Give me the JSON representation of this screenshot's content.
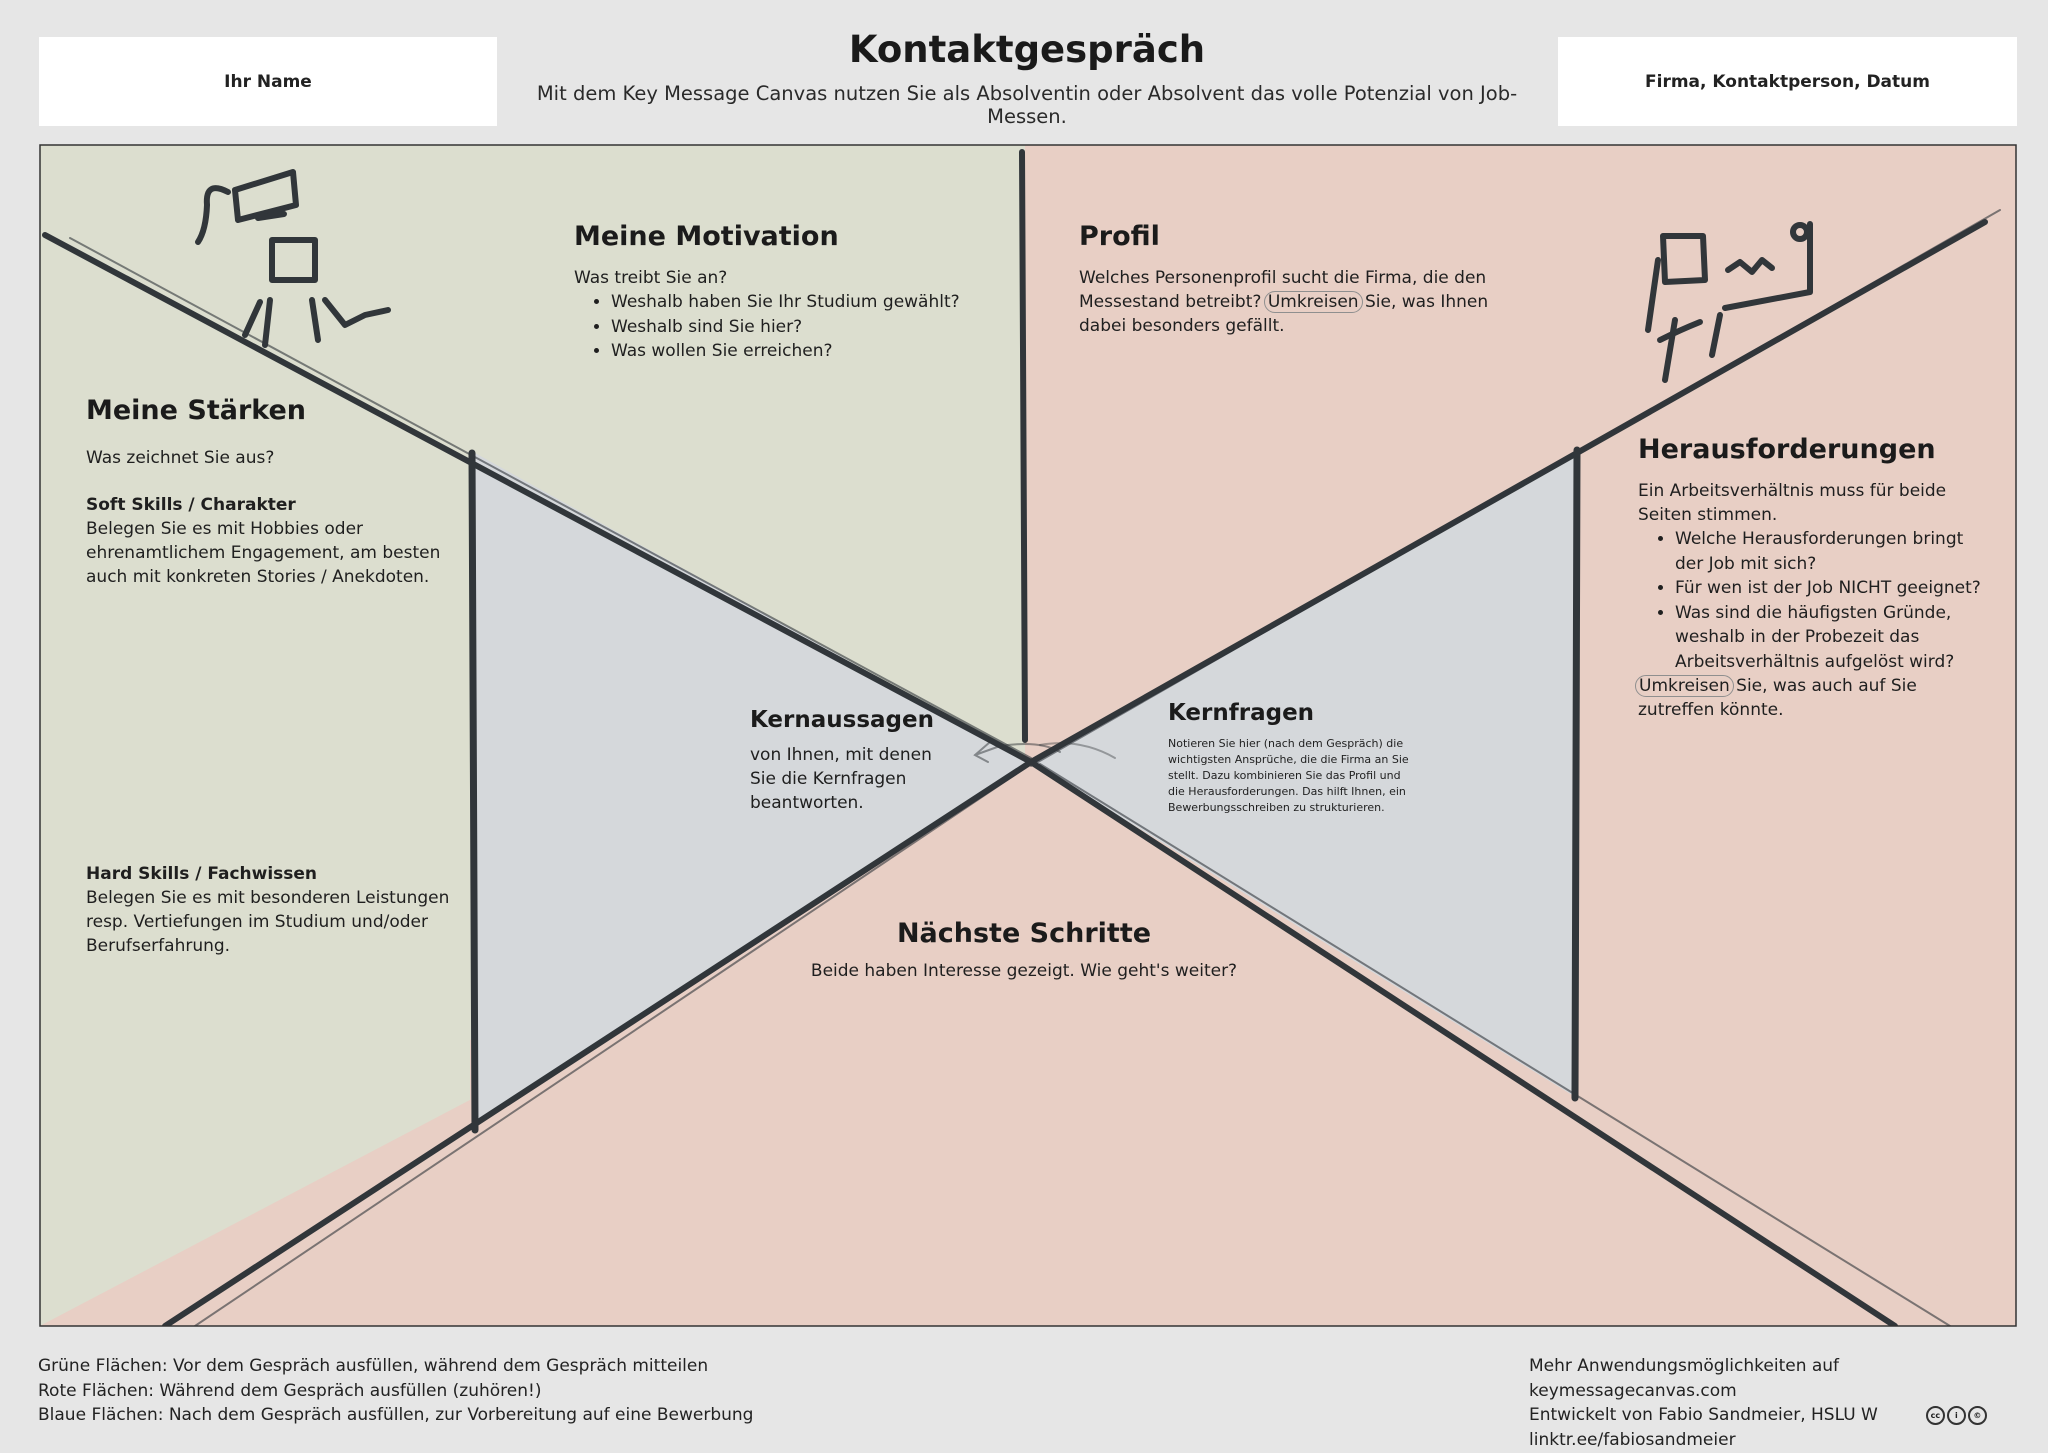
{
  "header": {
    "name_box": "Ihr Name",
    "title": "Kontaktgespräch",
    "subtitle": "Mit dem Key Message Canvas nutzen Sie als Absolventin oder Absolvent das volle Potenzial von Job-Messen.",
    "company_box": "Firma, Kontaktperson, Datum"
  },
  "colors": {
    "green": "#dcdecf",
    "red": "#e8cfc5",
    "blue": "#d5d8db",
    "ink": "#31363a",
    "background": "#e6e6e6"
  },
  "sections": {
    "staerken": {
      "title": "Meine Stärken",
      "question": "Was zeichnet Sie aus?",
      "soft_title": "Soft Skills / Charakter",
      "soft_text": "Belegen Sie es mit Hobbies oder ehrenamtlichem Engagement, am besten auch mit konkreten Stories / Anekdoten.",
      "hard_title": "Hard Skills / Fachwissen",
      "hard_text": "Belegen Sie es mit besonderen Leistungen resp. Vertiefungen im Studium und/oder Berufserfahrung."
    },
    "motivation": {
      "title": "Meine Motivation",
      "question": "Was treibt Sie an?",
      "items": [
        "Weshalb haben Sie Ihr Studium gewählt?",
        "Weshalb sind Sie hier?",
        "Was wollen Sie erreichen?"
      ]
    },
    "profil": {
      "title": "Profil",
      "text_before": "Welches Personenprofil sucht die Firma, die den Messestand betreibt?",
      "highlight": "Umkreisen",
      "text_after": "Sie, was Ihnen dabei besonders gefällt."
    },
    "herausforderungen": {
      "title": "Herausforderungen",
      "intro": "Ein Arbeitsverhältnis muss für beide Seiten stimmen.",
      "items": [
        "Welche Herausforderungen bringt der Job mit sich?",
        "Für wen ist der Job NICHT geeignet?",
        "Was sind die häufigsten Gründe, weshalb in der Probezeit das Arbeitsverhältnis aufgelöst wird?"
      ],
      "highlight": "Umkreisen",
      "outro": "Sie, was auch auf Sie zutreffen könnte."
    },
    "kernaussagen": {
      "title": "Kernaussagen",
      "text": "von Ihnen, mit denen Sie die Kernfragen beantworten."
    },
    "kernfragen": {
      "title": "Kernfragen",
      "text": "Notieren Sie hier (nach dem Gespräch) die wichtigsten Ansprüche, die die Firma an Sie stellt. Dazu kombinieren Sie das Profil und die Herausforderungen. Das hilft Ihnen, ein Bewerbungsschreiben zu strukturieren."
    },
    "naechste": {
      "title": "Nächste Schritte",
      "text": "Beide haben Interesse gezeigt. Wie geht's weiter?"
    }
  },
  "footer": {
    "left": [
      "Grüne Flächen: Vor dem Gespräch ausfüllen, während dem Gespräch mitteilen",
      "Rote Flächen: Während dem Gespräch ausfüllen (zuhören!)",
      "Blaue Flächen: Nach dem Gespräch ausfüllen, zur Vorbereitung auf eine Bewerbung"
    ],
    "right": [
      "Mehr Anwendungsmöglichkeiten auf keymessagecanvas.com",
      "Entwickelt von Fabio Sandmeier, HSLU W",
      "linktr.ee/fabiosandmeier"
    ],
    "license_icons": [
      "cc-icon",
      "by-icon",
      "sa-icon"
    ]
  }
}
